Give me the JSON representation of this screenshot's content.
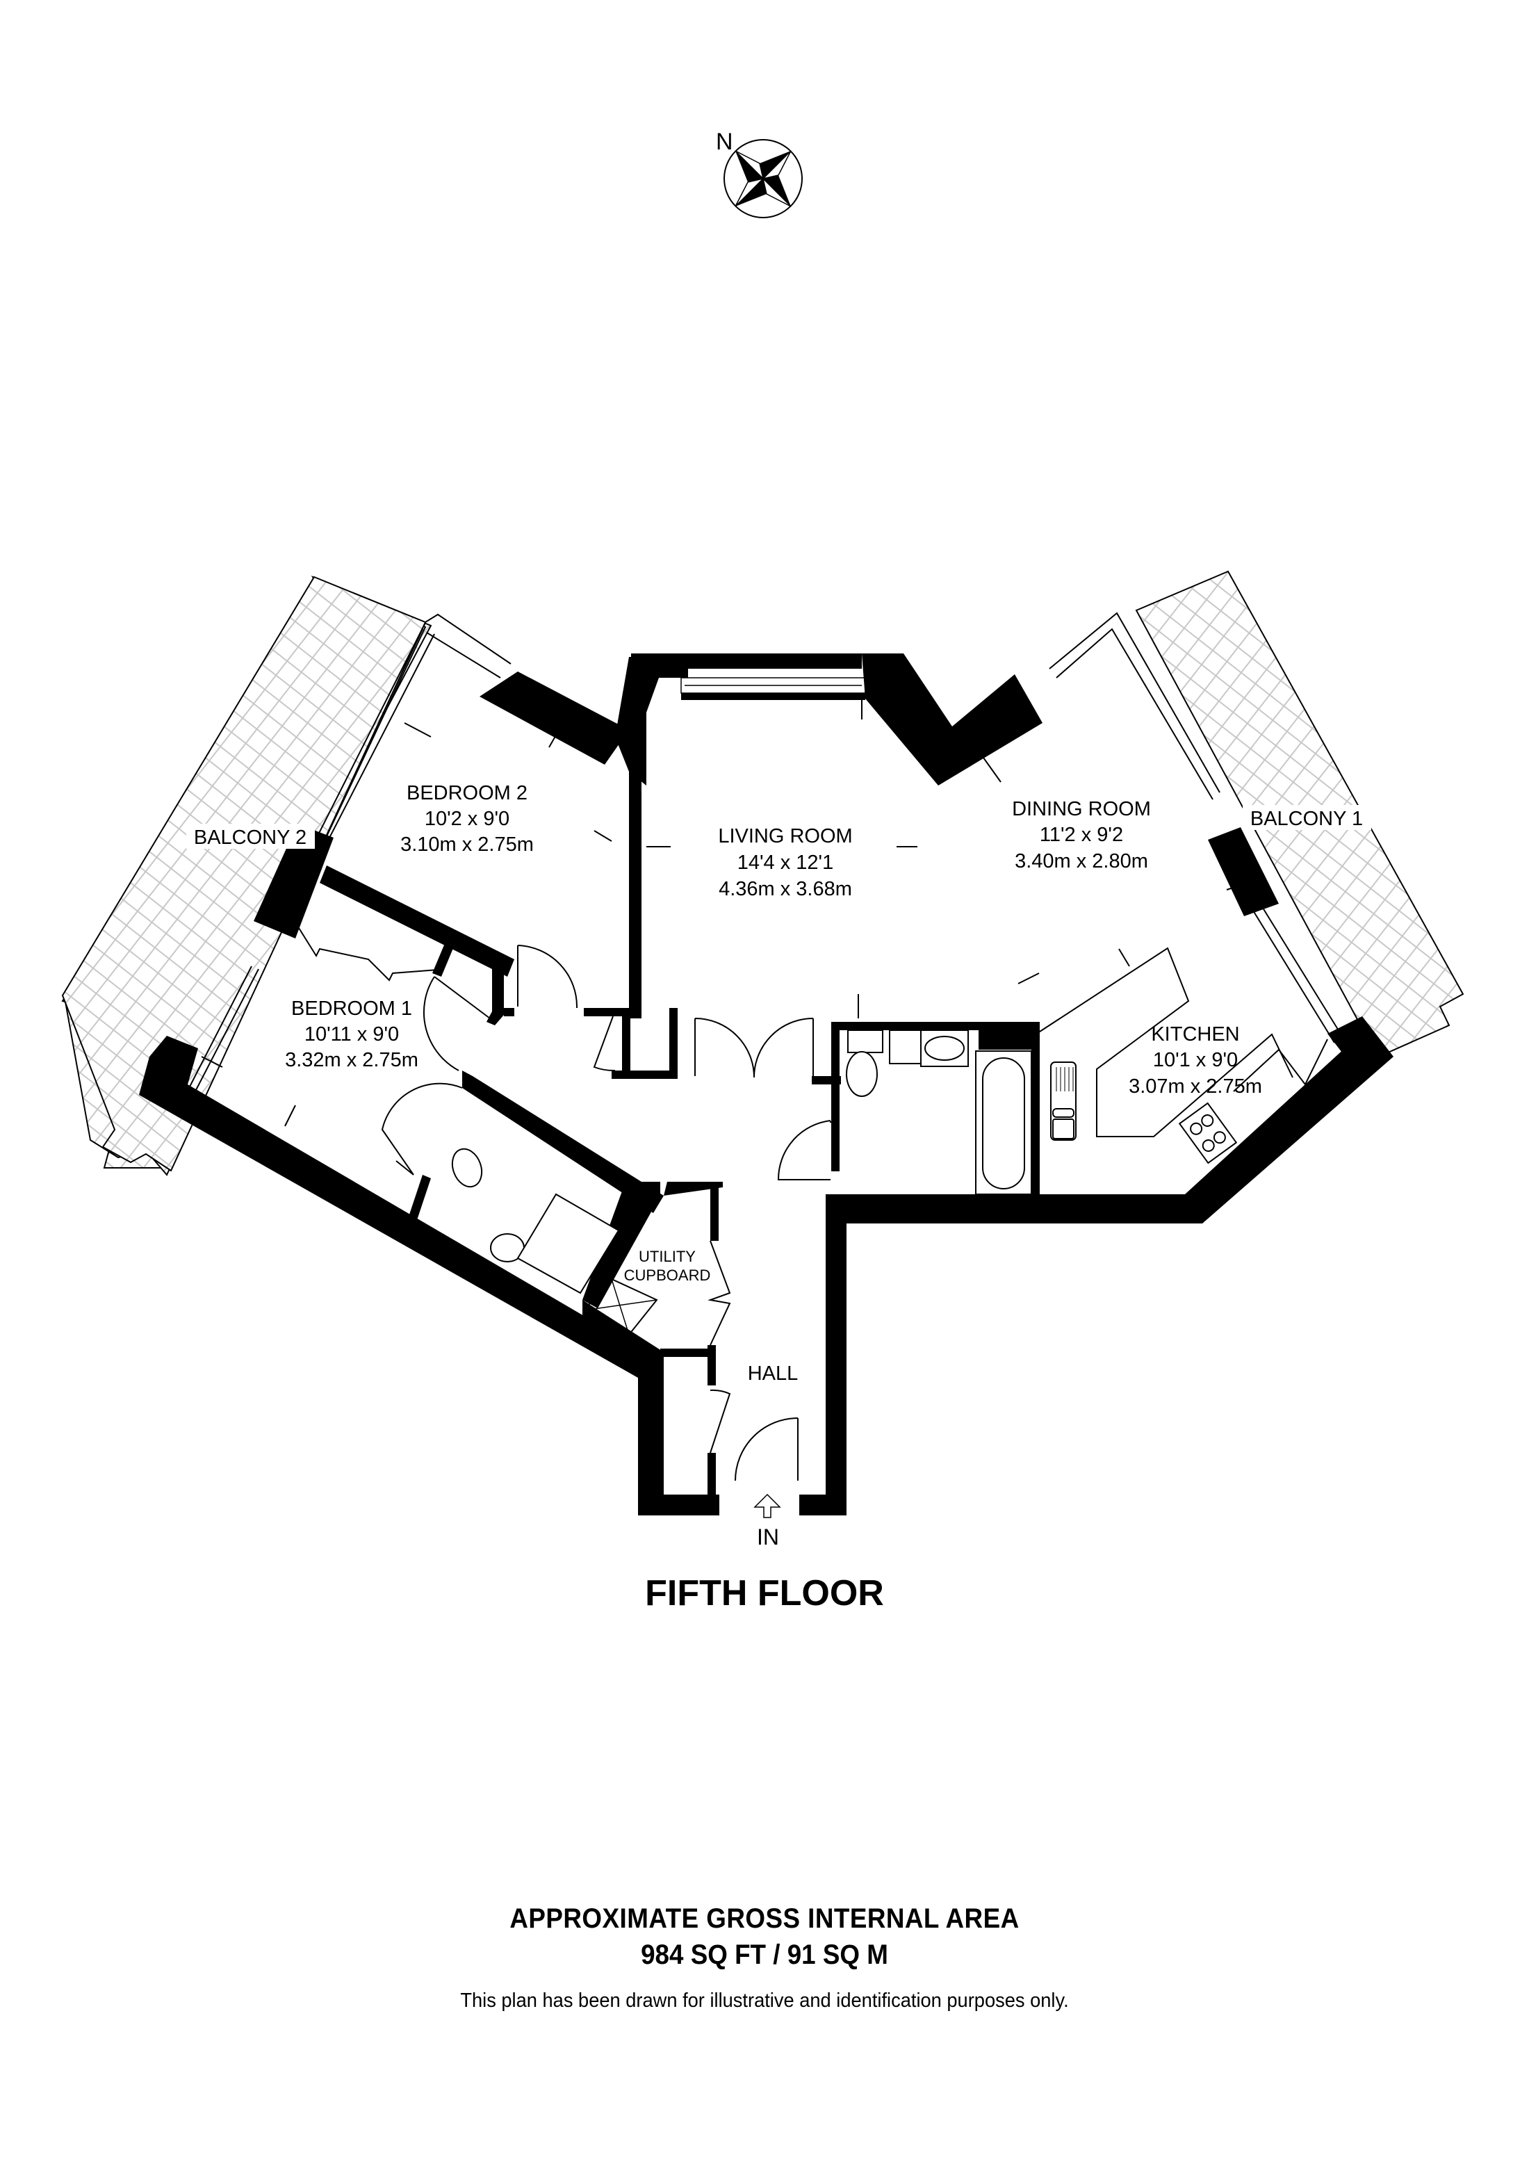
{
  "compass": {
    "north_label": "N",
    "icon": "compass-rose-icon"
  },
  "rooms": [
    {
      "id": "balcony-2",
      "name": "BALCONY 2"
    },
    {
      "id": "bedroom-2",
      "name": "BEDROOM 2",
      "imperial": "10'2 x 9'0",
      "metric": "3.10m x 2.75m"
    },
    {
      "id": "living-room",
      "name": "LIVING ROOM",
      "imperial": "14'4 x 12'1",
      "metric": "4.36m x 3.68m"
    },
    {
      "id": "dining-room",
      "name": "DINING ROOM",
      "imperial": "11'2 x 9'2",
      "metric": "3.40m x 2.80m"
    },
    {
      "id": "balcony-1",
      "name": "BALCONY 1"
    },
    {
      "id": "bedroom-1",
      "name": "BEDROOM 1",
      "imperial": "10'11 x 9'0",
      "metric": "3.32m x 2.75m"
    },
    {
      "id": "kitchen",
      "name": "KITCHEN",
      "imperial": "10'1 x 9'0",
      "metric": "3.07m x 2.75m"
    },
    {
      "id": "utility-cupboard",
      "name_line1": "UTILITY",
      "name_line2": "CUPBOARD"
    },
    {
      "id": "hall",
      "name": "HALL"
    }
  ],
  "entrance": {
    "label": "IN",
    "icon": "entrance-arrow-icon"
  },
  "floor_title": "FIFTH FLOOR",
  "area": {
    "title": "APPROXIMATE GROSS INTERNAL AREA",
    "value": "984 SQ FT / 91 SQ M"
  },
  "disclaimer": "This plan has been drawn for illustrative and identification purposes only.",
  "colors": {
    "wall": "#000000",
    "background": "#ffffff",
    "balcony_hatch": "#c8c8c8"
  }
}
